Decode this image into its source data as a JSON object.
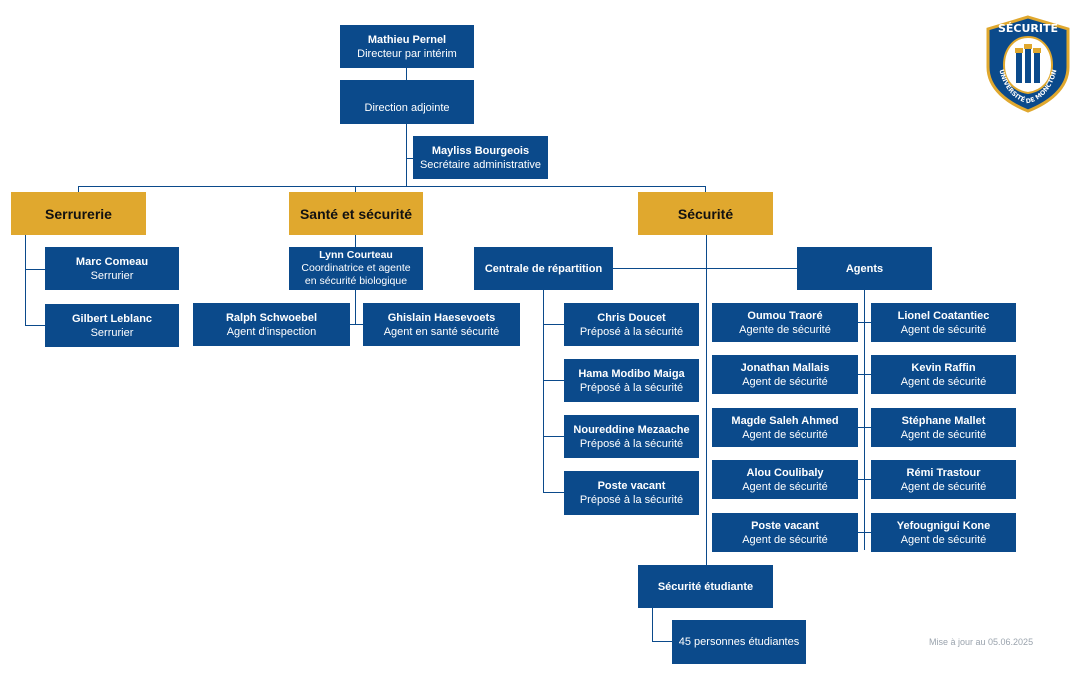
{
  "logo": {
    "top_text": "SÉCURITÉ",
    "ring_text": "UNIVERSITÉ DE MONCTON",
    "colors": {
      "navy": "#0b4a8b",
      "gold": "#e0a82e"
    }
  },
  "director": {
    "name": "Mathieu Pernel",
    "title": "Directeur par intérim"
  },
  "deputy": {
    "title": "Direction adjointe"
  },
  "secretary": {
    "name": "Mayliss Bourgeois",
    "title": "Secrétaire administrative"
  },
  "departments": {
    "serrurerie": "Serrurerie",
    "sante": "Santé et sécurité",
    "securite": "Sécurité"
  },
  "serrurerie_staff": [
    {
      "name": "Marc Comeau",
      "title": "Serrurier"
    },
    {
      "name": "Gilbert Leblanc",
      "title": "Serrurier"
    }
  ],
  "sante_lead": {
    "name": "Lynn Courteau",
    "title1": "Coordinatrice et agente",
    "title2": "en sécurité biologique"
  },
  "sante_staff": [
    {
      "name": "Ralph Schwoebel",
      "title": "Agent d'inspection"
    },
    {
      "name": "Ghislain Haesevoets",
      "title": "Agent en santé sécurité"
    }
  ],
  "centrale": {
    "title": "Centrale de répartition"
  },
  "centrale_staff": [
    {
      "name": "Chris Doucet",
      "title": "Préposé à la sécurité"
    },
    {
      "name": "Hama Modibo Maiga",
      "title": "Préposé à la sécurité"
    },
    {
      "name": "Noureddine Mezaache",
      "title": "Préposé à la sécurité"
    },
    {
      "name": "Poste vacant",
      "title": "Préposé à la sécurité"
    }
  ],
  "agents": {
    "title": "Agents"
  },
  "agents_left": [
    {
      "name": "Oumou Traoré",
      "title": "Agente de sécurité"
    },
    {
      "name": "Jonathan Mallais",
      "title": "Agent de sécurité"
    },
    {
      "name": "Magde Saleh Ahmed",
      "title": "Agent de sécurité"
    },
    {
      "name": "Alou Coulibaly",
      "title": "Agent de sécurité"
    },
    {
      "name": "Poste vacant",
      "title": "Agent de sécurité"
    }
  ],
  "agents_right": [
    {
      "name": "Lionel Coatantiec",
      "title": "Agent de sécurité"
    },
    {
      "name": "Kevin Raffin",
      "title": "Agent de sécurité"
    },
    {
      "name": "Stéphane Mallet",
      "title": "Agent de sécurité"
    },
    {
      "name": "Rémi Trastour",
      "title": "Agent de sécurité"
    },
    {
      "name": "Yefougnigui Kone",
      "title": "Agent de sécurité"
    }
  ],
  "etudiante": {
    "title": "Sécurité étudiante",
    "members": "45 personnes étudiantes"
  },
  "footer": "Mise à jour au 05.06.2025"
}
